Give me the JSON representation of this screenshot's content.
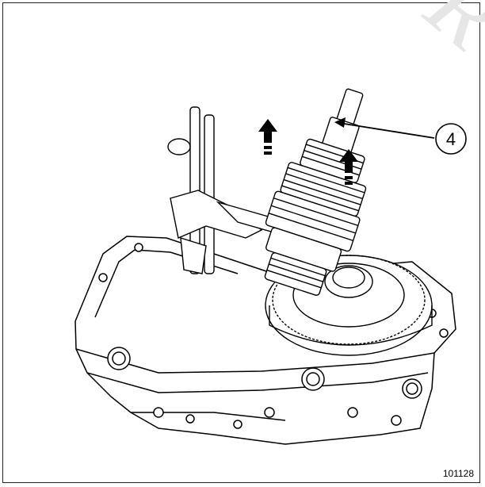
{
  "figure": {
    "callout_number": "4",
    "reference_code": "101128",
    "watermark_text": "Rcar",
    "line_color": "#000000",
    "watermark_color": "#e6e6e6"
  }
}
